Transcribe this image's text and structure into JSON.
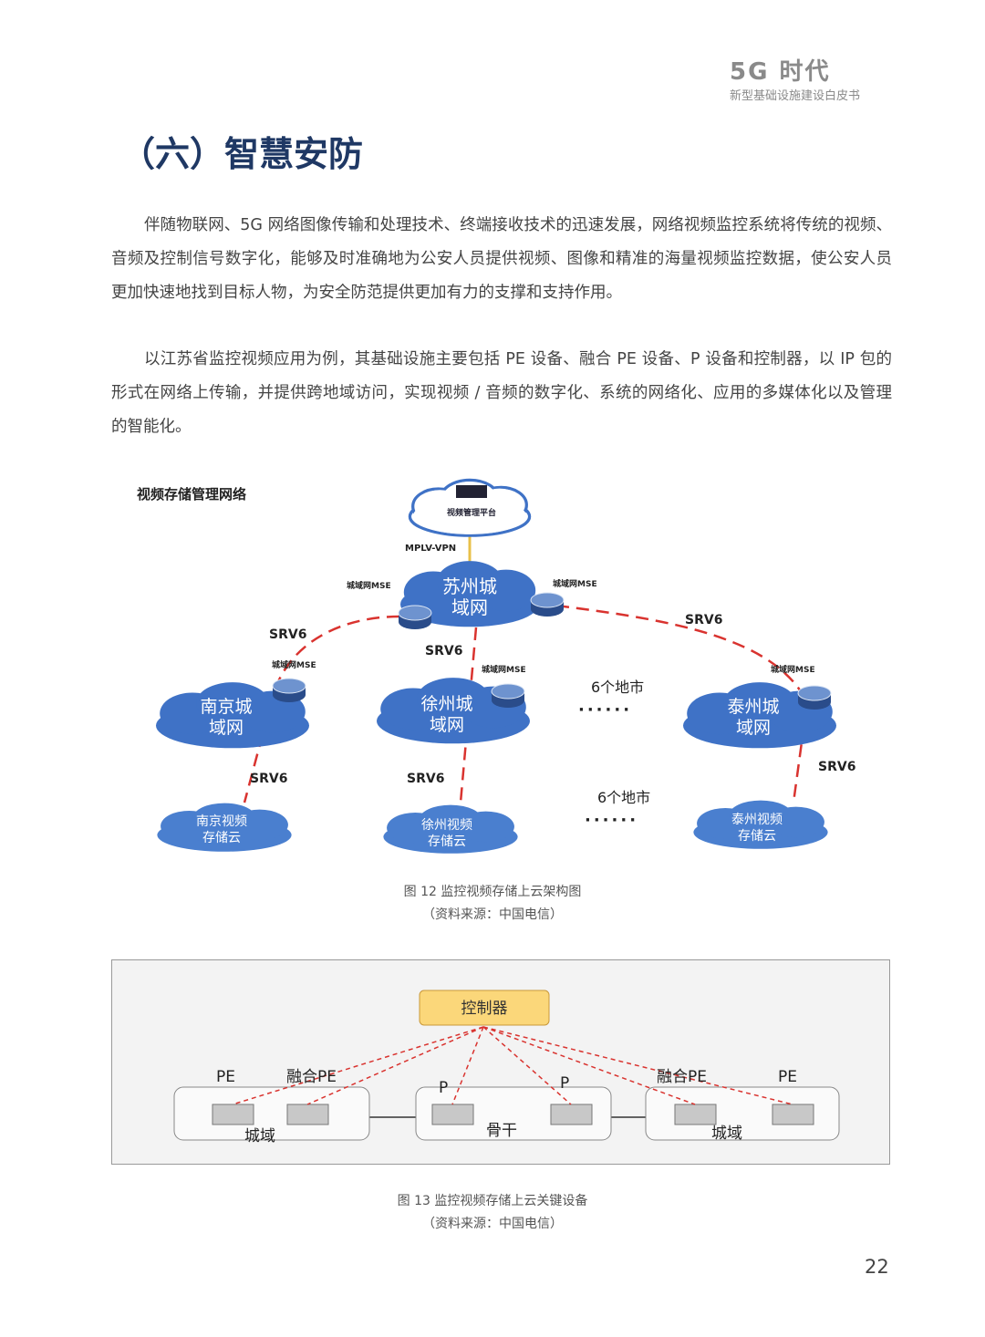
{
  "header": {
    "title": "5G 时代",
    "subtitle": "新型基础设施建设白皮书"
  },
  "section_title": "（六）智慧安防",
  "paragraphs": [
    "伴随物联网、5G 网络图像传输和处理技术、终端接收技术的迅速发展，网络视频监控系统将传统的视频、音频及控制信号数字化，能够及时准确地为公安人员提供视频、图像和精准的海量视频监控数据，使公安人员更加快速地找到目标人物，为安全防范提供更加有力的支撑和支持作用。",
    "以江苏省监控视频应用为例，其基础设施主要包括 PE 设备、融合 PE 设备、P 设备和控制器，以 IP 包的形式在网络上传输，并提供跨地域访问，实现视频 / 音频的数字化、系统的网络化、应用的多媒体化以及管理的智能化。"
  ],
  "figure12": {
    "heading": "视频存储管理网络",
    "platform": "视频管理平台",
    "vpn": "MPLV-VPN",
    "mse": "城域网MSE",
    "srv6": "SRV6",
    "core_l1": "苏州城",
    "core_l2": "域网",
    "nanjing_l1": "南京城",
    "nanjing_l2": "域网",
    "xuzhou_l1": "徐州城",
    "xuzhou_l2": "域网",
    "taizhou_l1": "泰州城",
    "taizhou_l2": "域网",
    "nj_store_l1": "南京视频",
    "nj_store_l2": "存储云",
    "xz_store_l1": "徐州视频",
    "xz_store_l2": "存储云",
    "tz_store_l1": "泰州视频",
    "tz_store_l2": "存储云",
    "cities": "6个地市",
    "dots": "······",
    "caption": "图 12 监控视频存储上云架构图",
    "source": "（资料来源：中国电信）"
  },
  "figure13": {
    "controller": "控制器",
    "pe": "PE",
    "fused_pe": "融合PE",
    "p": "P",
    "metro": "城域",
    "backbone": "骨干",
    "caption": "图 13 监控视频存储上云关键设备",
    "source": "（资料来源：中国电信）"
  },
  "page_number": "22",
  "colors": {
    "title": "#1f3864",
    "cloud": "#3f72c6",
    "link": "#d9332f",
    "controller": "#fbd77a"
  }
}
